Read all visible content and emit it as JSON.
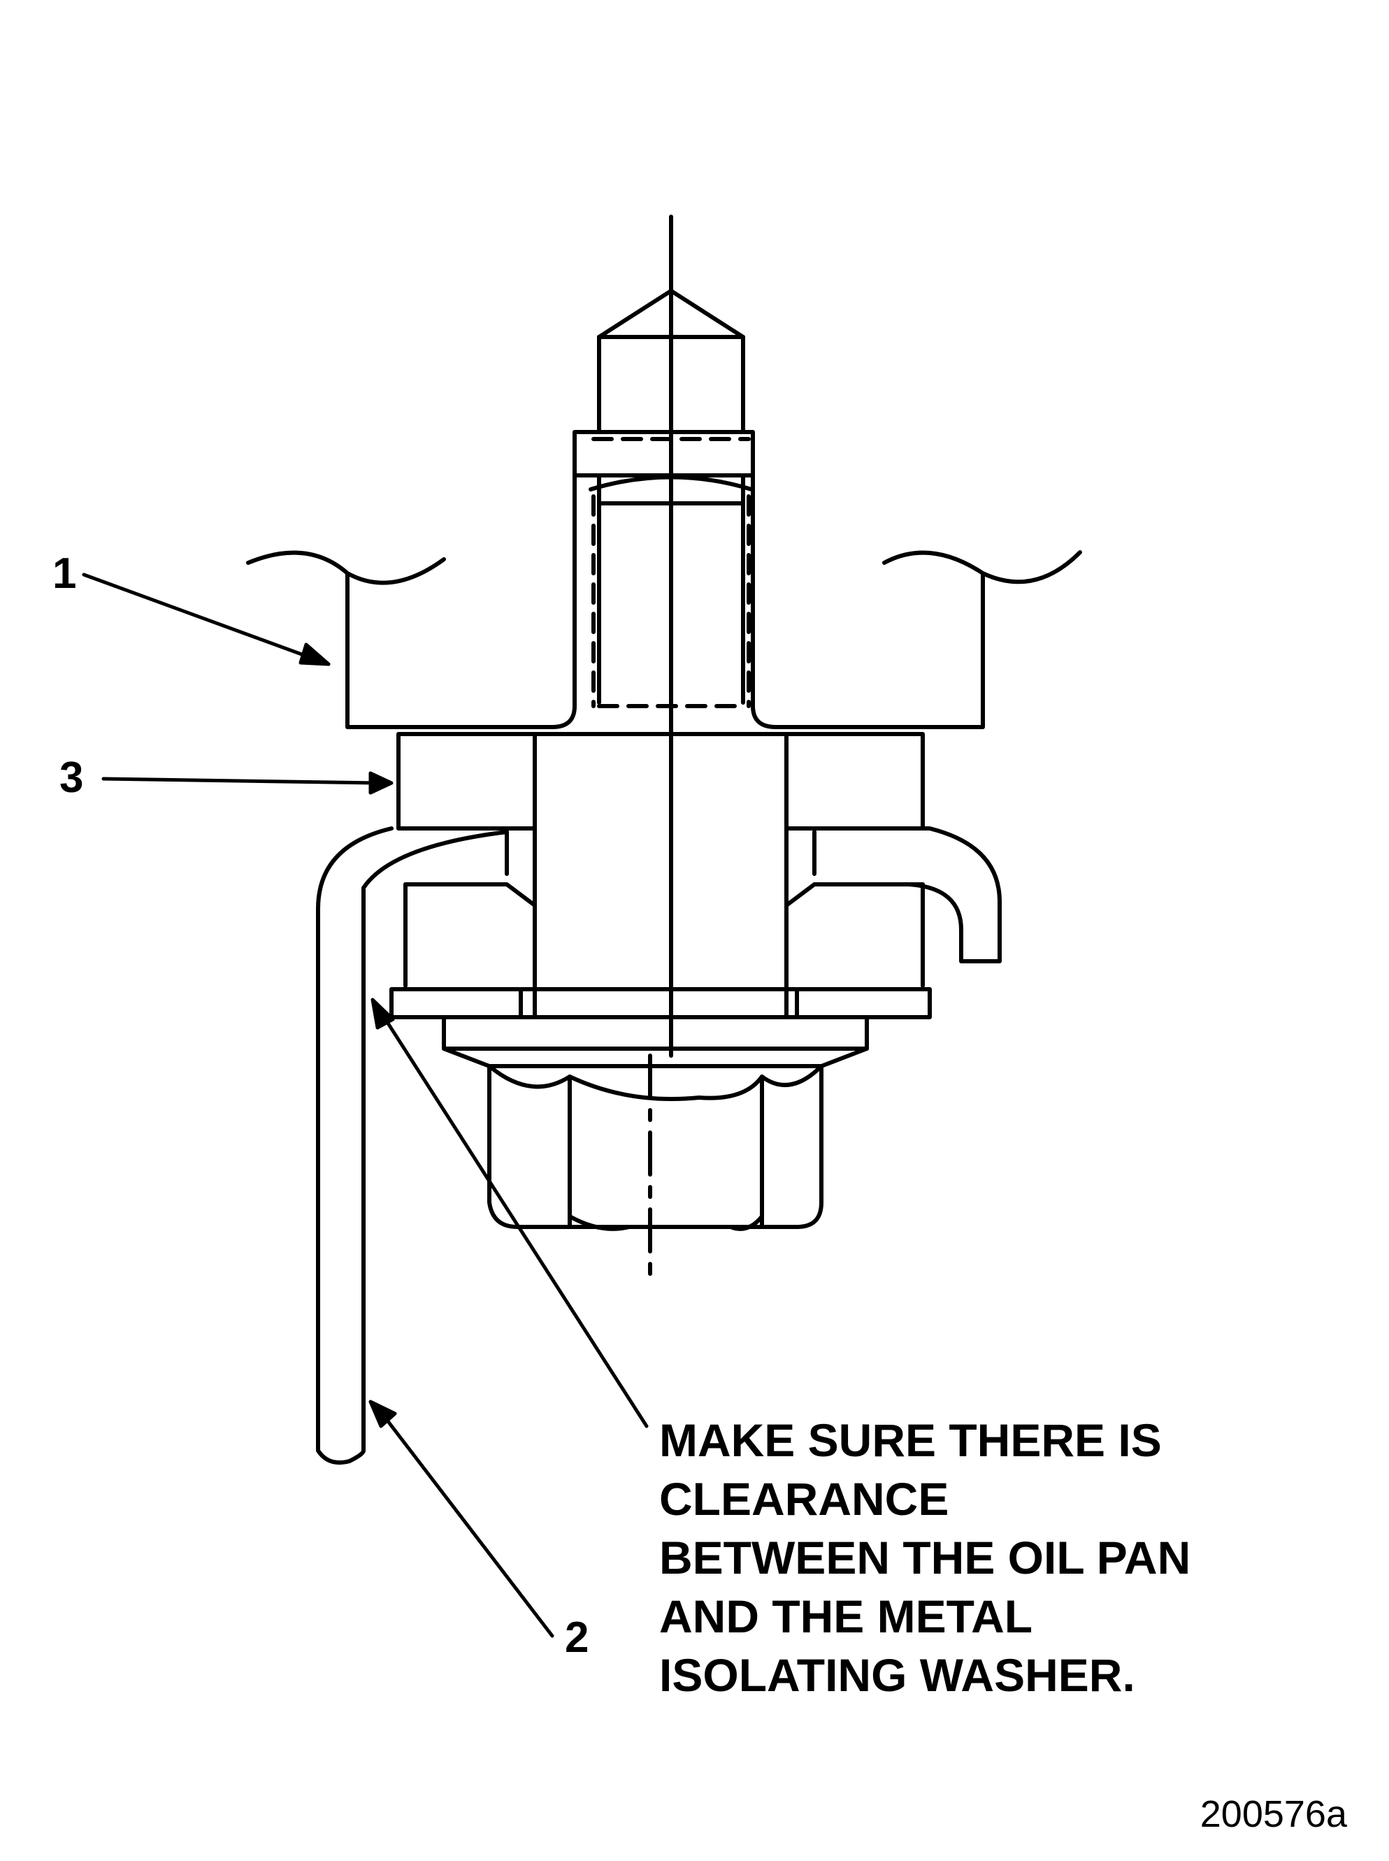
{
  "callouts": {
    "one": "1",
    "two": "2",
    "three": "3"
  },
  "note": {
    "lines": [
      "MAKE SURE THERE IS",
      "CLEARANCE",
      "BETWEEN THE OIL PAN",
      "AND THE METAL",
      "ISOLATING WASHER."
    ]
  },
  "figure_id": "200576a",
  "colors": {
    "ink": "#000000",
    "paper": "#ffffff"
  }
}
